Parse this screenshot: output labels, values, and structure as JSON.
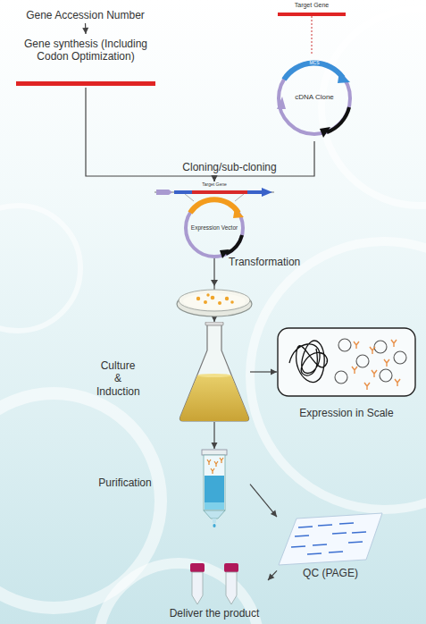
{
  "diagram": {
    "nodes": [
      {
        "text": [
          "Gene Accession Number"
        ]
      },
      {
        "text": [
          "Gene synthesis (Including Codon Optimization)"
        ]
      },
      {
        "text": [
          "MCS",
          "cDNA Clone"
        ]
      },
      {
        "text": [
          "Target Gene",
          "Expression Vector"
        ]
      },
      {
        "text": [
          "Culture & Induction"
        ]
      },
      {
        "text": [
          "Expression in Scale"
        ]
      },
      {
        "text": [
          "Purification"
        ]
      },
      {
        "text": [
          "QC (PAGE)"
        ]
      },
      {
        "text": [
          "Deliver the product"
        ]
      }
    ],
    "edges": [
      {
        "from": 0,
        "to": 1,
        "arrow": "to"
      },
      {
        "from": 1,
        "to": 3,
        "arrow": "to",
        "label": "Cloning/sub-cloning"
      },
      {
        "from": 2,
        "to": 3,
        "arrow": "to"
      },
      {
        "from": 3,
        "to": 4,
        "arrow": "to",
        "label": "Transformation"
      },
      {
        "from": 4,
        "to": 5,
        "arrow": "to"
      },
      {
        "from": 4,
        "to": 6,
        "arrow": "to"
      },
      {
        "from": 6,
        "to": 7,
        "arrow": "to"
      },
      {
        "from": 7,
        "to": 8,
        "arrow": "to"
      }
    ],
    "labels": [
      "Target Gene"
    ]
  }
}
